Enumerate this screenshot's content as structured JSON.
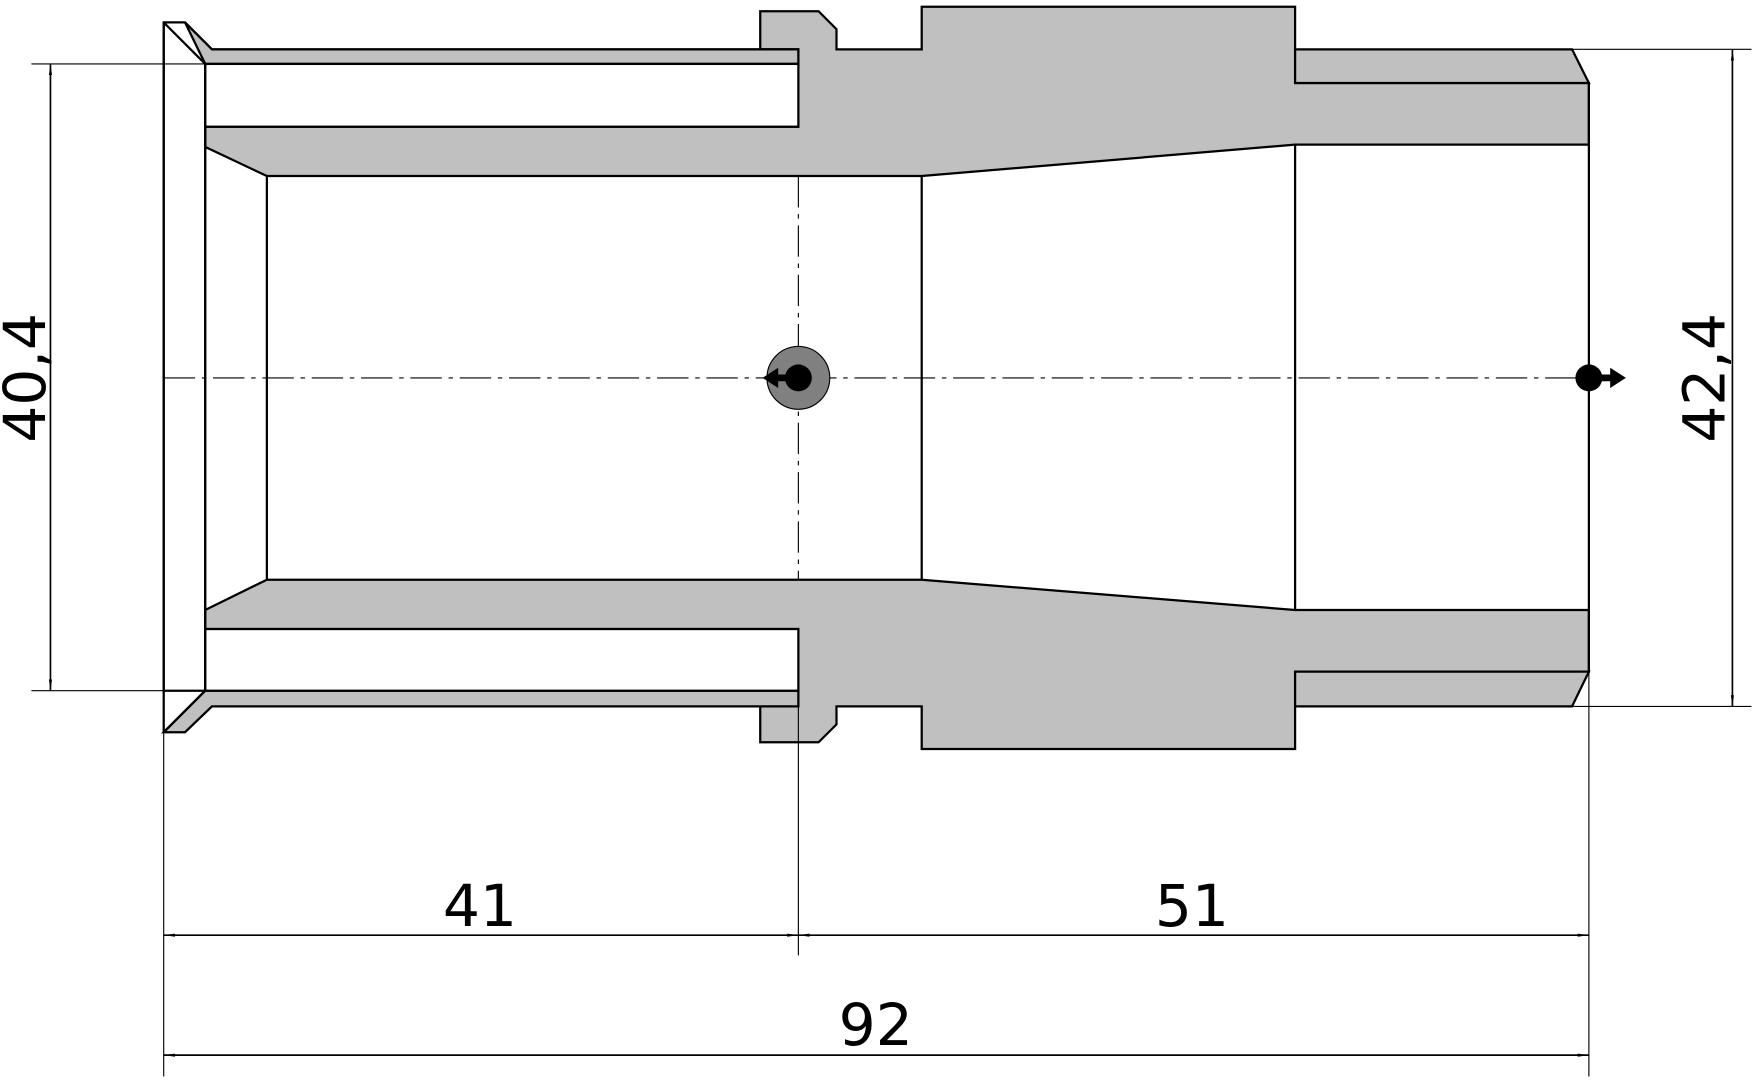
{
  "diagram": {
    "kind": "technical-drawing",
    "subject": "press-fit pipe adapter, longitudinal section",
    "colors": {
      "section_fill": "#c0c0c0",
      "outline": "#000000",
      "background": "#ffffff",
      "marker_halo": "#808080"
    },
    "dimensions": {
      "length_left": "41",
      "length_right": "51",
      "length_total": "92",
      "diameter_left": "40,4",
      "diameter_right": "42,4"
    },
    "markers": [
      {
        "kind": "flow-arrow",
        "direction": "left"
      },
      {
        "kind": "flow-arrow",
        "direction": "right"
      }
    ]
  }
}
